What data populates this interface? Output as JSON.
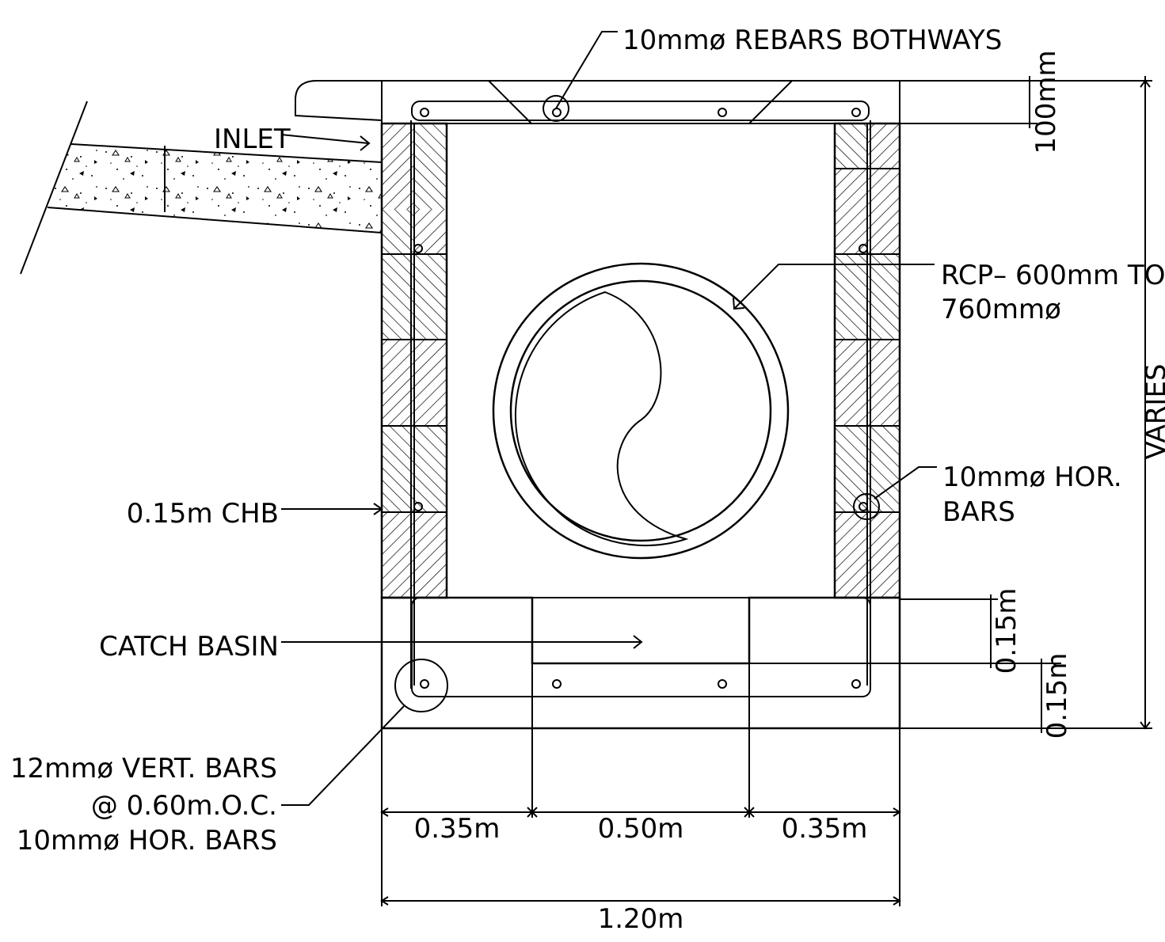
{
  "labels": {
    "rebars_bothways": "10mmø REBARS BOTHWAYS",
    "inlet": "INLET",
    "rcp_line1": "RCP– 600mm TO",
    "rcp_line2": "760mmø",
    "hor_bars_line1": "10mmø HOR.",
    "hor_bars_line2": "BARS",
    "chb": "0.15m CHB",
    "catch_basin": "CATCH BASIN",
    "vert_bars_line1": "12mmø VERT. BARS",
    "vert_bars_line2": "@ 0.60m.O.C.",
    "vert_bars_line3": "10mmø HOR. BARS"
  },
  "dimensions": {
    "top_slab": "100mm",
    "varies": "VARIES",
    "base_step": "0.15m",
    "base_slab": "0.15m",
    "left_ledge": "0.35m",
    "center_opening": "0.50m",
    "right_ledge": "0.35m",
    "overall_width": "1.20m"
  },
  "colors": {
    "line": "#000000",
    "background": "#ffffff"
  }
}
